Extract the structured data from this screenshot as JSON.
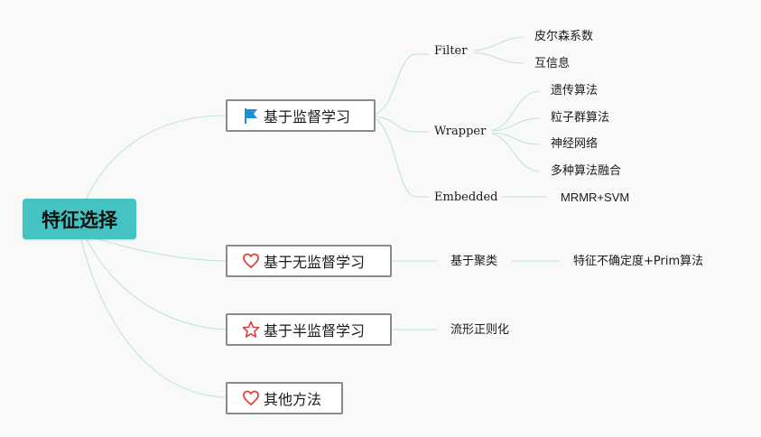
{
  "root": {
    "label": "特征选择"
  },
  "branches": {
    "supervised": {
      "label": "基于监督学习",
      "icon": "flag-icon"
    },
    "unsupervised": {
      "label": "基于无监督学习",
      "icon": "heart-icon"
    },
    "semi": {
      "label": "基于半监督学习",
      "icon": "star-icon"
    },
    "other": {
      "label": "其他方法",
      "icon": "heart-icon"
    }
  },
  "supervised_children": {
    "filter": {
      "label": "Filter",
      "children": [
        "皮尔森系数",
        "互信息"
      ]
    },
    "wrapper": {
      "label": "Wrapper",
      "children": [
        "遗传算法",
        "粒子群算法",
        "神经网络",
        "多种算法融合"
      ]
    },
    "embedded": {
      "label": "Embedded",
      "children": [
        "MRMR+SVM"
      ]
    }
  },
  "unsupervised_children": {
    "clustering": {
      "label": "基于聚类",
      "children": [
        "特征不确定度+Prim算法"
      ]
    }
  },
  "semi_children": {
    "manifold": {
      "label": "流形正则化"
    }
  },
  "colors": {
    "root_fill": "#45c2c2",
    "connector": "#b9e2e0",
    "flag": "#1e90d6",
    "heart": "#d9433a",
    "star": "#d9433a",
    "node_border": "#8a8a8a"
  }
}
